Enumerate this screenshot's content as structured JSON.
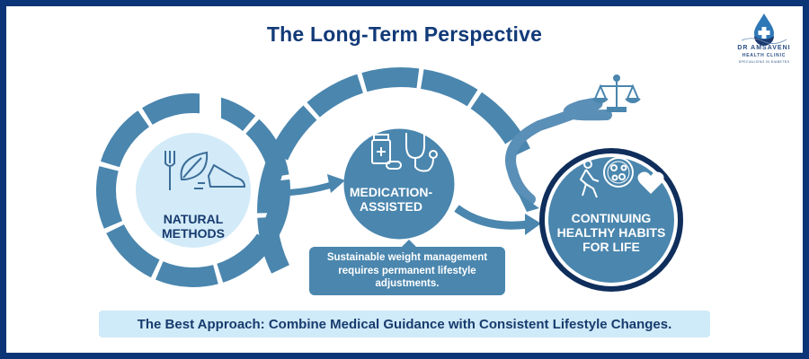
{
  "title": "The Long-Term Perspective",
  "logo": {
    "name_line1": "DR AMSAVENI",
    "name_line2": "HEALTH CLINIC",
    "tagline": "SPECIALIZING IN DIABETES",
    "icon": "drop-cross-icon"
  },
  "stages": [
    {
      "id": "natural",
      "label_line1": "NATURAL",
      "label_line2": "METHODS",
      "icons": [
        "fork-icon",
        "leaf-icon",
        "running-shoe-icon"
      ]
    },
    {
      "id": "medication",
      "label_line1": "MEDICATION-",
      "label_line2": "ASSISTED",
      "icons": [
        "pill-bottle-icon",
        "capsule-icon",
        "stethoscope-icon"
      ]
    },
    {
      "id": "continuing",
      "label_line1": "CONTINUING",
      "label_line2": "HEALTHY HABITS",
      "label_line3": "FOR LIFE",
      "icons": [
        "walking-person-icon",
        "healthy-food-plate-icon",
        "heart-icon"
      ]
    }
  ],
  "balance_icon": "balance-scale-icon",
  "callout": "Sustainable weight management requires permanent lifestyle adjustments.",
  "banner": "The Best Approach: Combine Medical Guidance with Consistent Lifestyle Changes.",
  "colors": {
    "border": "#0b3577",
    "title": "#123a78",
    "ring": "#4a86ae",
    "light_circle": "#d3ebf8",
    "dark_ring": "#0f2e5c",
    "banner_bg": "#cfeaf8"
  }
}
